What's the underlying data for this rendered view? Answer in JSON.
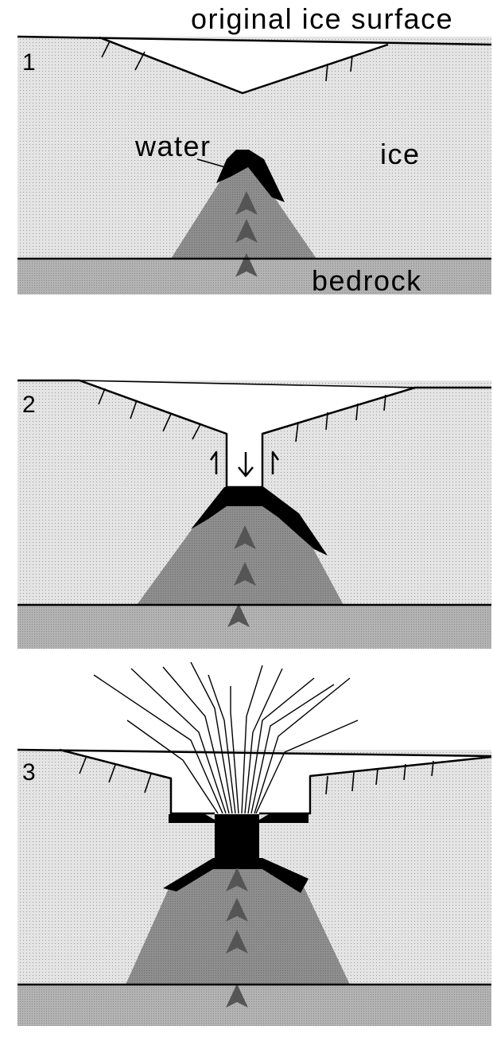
{
  "labels": {
    "surface": "original ice surface",
    "water": "water",
    "ice": "ice",
    "bedrock": "bedrock"
  },
  "stages": [
    {
      "number": "1"
    },
    {
      "number": "2"
    },
    {
      "number": "3"
    }
  ],
  "colors": {
    "ice": "#e4e4e4",
    "bedrock": "#b3b3b3",
    "volcano": "#8e8e8e",
    "water": "#000000",
    "depression": "#ffffff",
    "arrow": "#555555"
  }
}
